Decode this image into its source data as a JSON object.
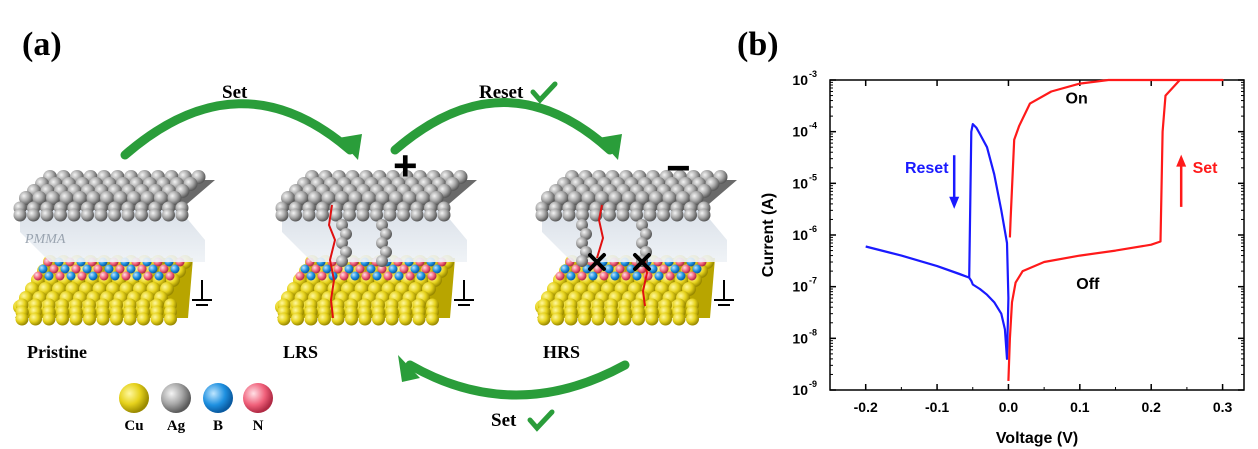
{
  "panel_a": {
    "label": "(a)",
    "arrows": {
      "set_top": "Set",
      "reset_top": "Reset",
      "set_bottom": "Set"
    },
    "states": {
      "pristine": "Pristine",
      "lrs": "LRS",
      "hrs": "HRS"
    },
    "layer_label": "PMMA",
    "polarity": {
      "plus": "+",
      "minus": "−"
    },
    "legend": [
      {
        "label": "Cu",
        "color": "#e6d21c"
      },
      {
        "label": "Ag",
        "color": "#8a8a8a"
      },
      {
        "label": "B",
        "color": "#1e90e0"
      },
      {
        "label": "N",
        "color": "#f0607a"
      }
    ],
    "colors": {
      "arrow": "#2a9d3a",
      "filament": "#e01010",
      "check": "#2a9d3a"
    }
  },
  "panel_b": {
    "label": "(b)",
    "annotations": {
      "on": "On",
      "off": "Off",
      "reset": "Reset",
      "set": "Set"
    },
    "colors": {
      "reset": "#1a1aff",
      "set": "#ff1a1a"
    }
  },
  "chart_data": {
    "type": "line",
    "xlabel": "Voltage (V)",
    "ylabel": "Current (A)",
    "xlim": [
      -0.25,
      0.33
    ],
    "ylim": [
      1e-09,
      0.001
    ],
    "y_scale": "log",
    "x_ticks": [
      "-0.2",
      "-0.1",
      "0.0",
      "0.1",
      "0.2",
      "0.3"
    ],
    "x_tick_values": [
      -0.2,
      -0.1,
      0.0,
      0.1,
      0.2,
      0.3
    ],
    "y_tick_values": [
      1e-09,
      1e-08,
      1e-07,
      1e-06,
      1e-05,
      0.0001,
      0.001
    ],
    "y_tick_labels": [
      {
        "base": "10",
        "exp": "-9"
      },
      {
        "base": "10",
        "exp": "-8"
      },
      {
        "base": "10",
        "exp": "-7"
      },
      {
        "base": "10",
        "exp": "-6"
      },
      {
        "base": "10",
        "exp": "-5"
      },
      {
        "base": "10",
        "exp": "-4"
      },
      {
        "base": "10",
        "exp": "-3"
      }
    ],
    "grid": false,
    "series": [
      {
        "color": "#1a1aff",
        "x": [
          -0.2,
          -0.15,
          -0.1,
          -0.07,
          -0.055,
          -0.052,
          -0.05,
          -0.045,
          -0.04,
          -0.03,
          -0.02,
          -0.01,
          -0.005,
          -0.002,
          0.0,
          -0.002,
          -0.005,
          -0.01,
          -0.02,
          -0.03,
          -0.04,
          -0.05,
          -0.052,
          -0.055,
          -0.1,
          -0.15,
          -0.2
        ],
        "y": [
          6e-07,
          4e-07,
          2.5e-07,
          1.8e-07,
          1.5e-07,
          0.0001,
          0.00014,
          0.00012,
          9e-05,
          5e-05,
          1.5e-05,
          3e-06,
          1.2e-06,
          7e-07,
          6e-08,
          4e-09,
          1.5e-08,
          3e-08,
          5e-08,
          7e-08,
          9e-08,
          1.1e-07,
          1.3e-07,
          1.5e-07,
          2.5e-07,
          4e-07,
          6e-07
        ]
      },
      {
        "color": "#ff1a1a",
        "x": [
          0.0,
          0.002,
          0.005,
          0.01,
          0.02,
          0.05,
          0.1,
          0.15,
          0.2,
          0.213,
          0.216,
          0.22,
          0.24,
          0.3,
          0.2,
          0.15,
          0.14,
          0.1,
          0.06,
          0.03,
          0.015,
          0.008,
          0.005,
          0.003,
          0.002
        ],
        "y": [
          1.5e-09,
          1e-08,
          5e-08,
          1.2e-07,
          2e-07,
          3e-07,
          4e-07,
          5e-07,
          6.5e-07,
          7.5e-07,
          0.0001,
          0.0005,
          0.001,
          0.001,
          0.001,
          0.001,
          0.001,
          0.00085,
          0.0006,
          0.00035,
          0.00013,
          7e-05,
          8e-06,
          2e-06,
          9e-07
        ]
      }
    ]
  }
}
